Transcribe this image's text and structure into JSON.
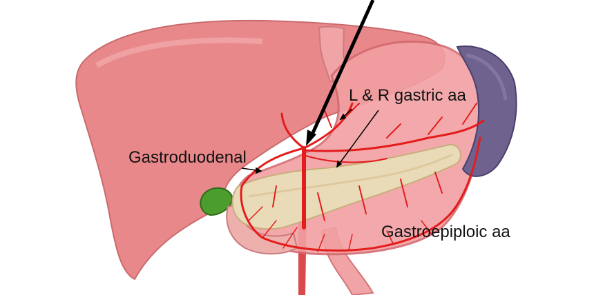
{
  "labels": {
    "gastric": "L & R gastric aa",
    "gastroduodenal": "Gastroduodenal",
    "gastroepiploic": "Gastroepiploic aa"
  },
  "colors": {
    "liver": "#e98685",
    "stomach": "#f2a1a0",
    "artery": "#e51b1b",
    "spleen": "#6d5f8d",
    "pancreas": "#e8d6b3",
    "gallbladder": "#4a9b2c"
  }
}
